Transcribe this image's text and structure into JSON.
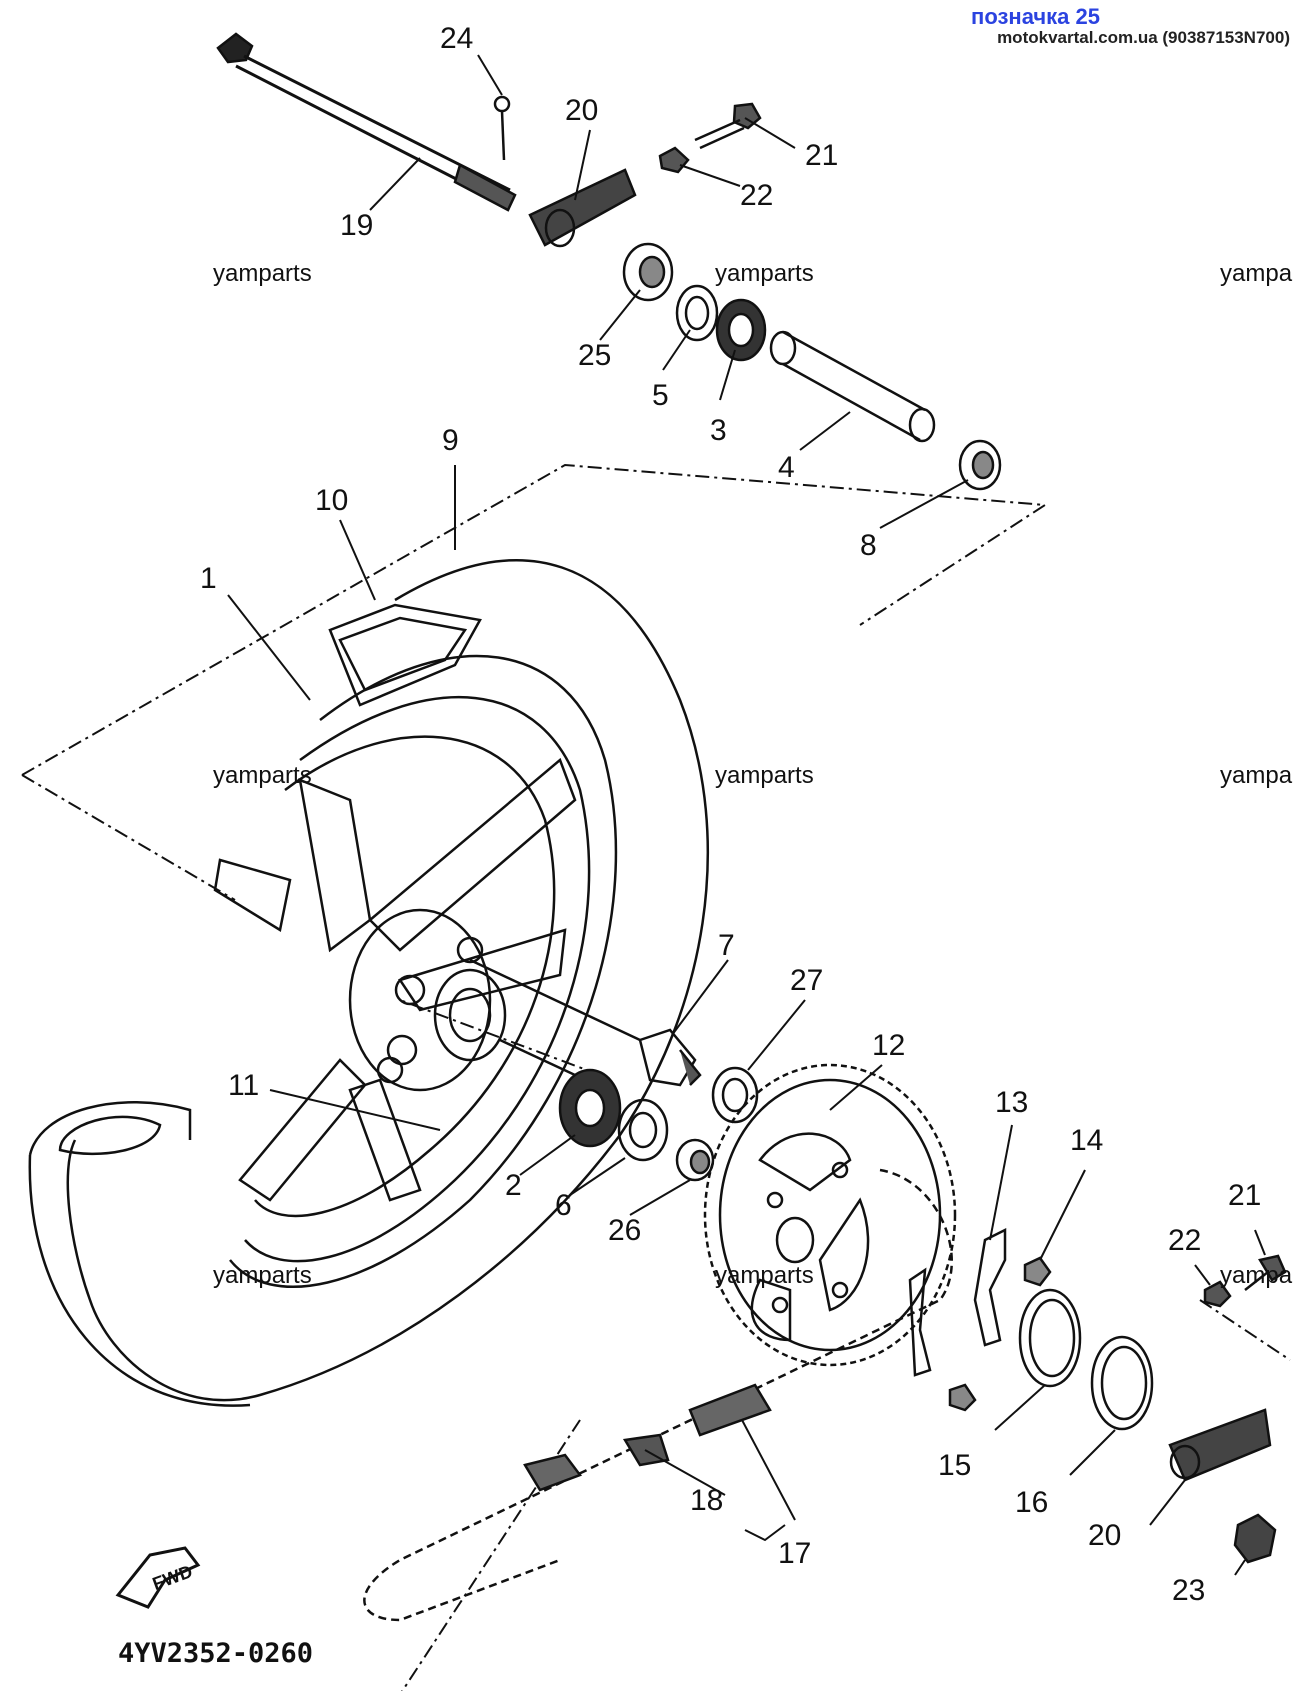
{
  "header": {
    "tag": "позначка 25",
    "source": "motokvartal.com.ua (90387153N700)"
  },
  "watermarks": [
    "yamparts",
    "yamparts",
    "yampa",
    "yamparts",
    "yamparts",
    "yampa",
    "yamparts",
    "yamparts",
    "yampa"
  ],
  "callouts": [
    "24",
    "20",
    "21",
    "22",
    "19",
    "25",
    "5",
    "3",
    "4",
    "8",
    "9",
    "10",
    "1",
    "7",
    "27",
    "12",
    "11",
    "2",
    "6",
    "26",
    "13",
    "14",
    "21",
    "22",
    "15",
    "16",
    "20",
    "23",
    "18",
    "17"
  ],
  "arrow_label": "FWD",
  "drawing_code": "4YV2352-0260"
}
